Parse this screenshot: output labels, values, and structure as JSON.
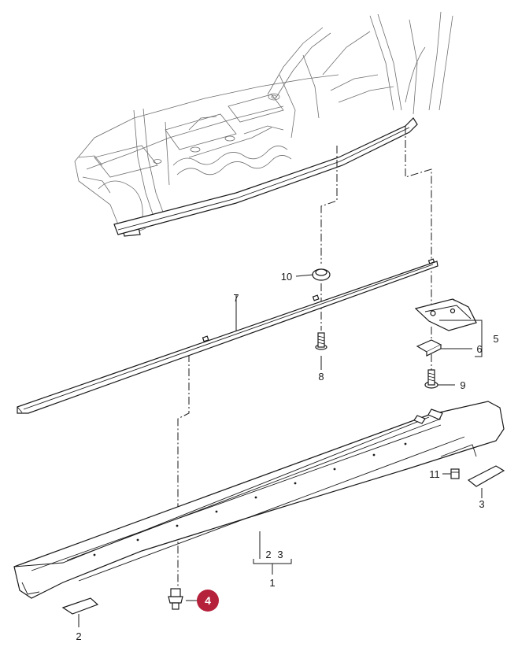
{
  "callouts": {
    "c1": "1",
    "c2_a": "2",
    "c3_a": "3",
    "c2_b": "2",
    "c3_b": "3",
    "c4": "4",
    "c5": "5",
    "c6": "6",
    "c7": "7",
    "c8": "8",
    "c9": "9",
    "c10": "10",
    "c11": "11"
  },
  "colors": {
    "highlight_badge": "#b5203a",
    "line": "#1a1a1a",
    "body_outline": "#6e6e6e"
  },
  "highlighted_part": "4"
}
